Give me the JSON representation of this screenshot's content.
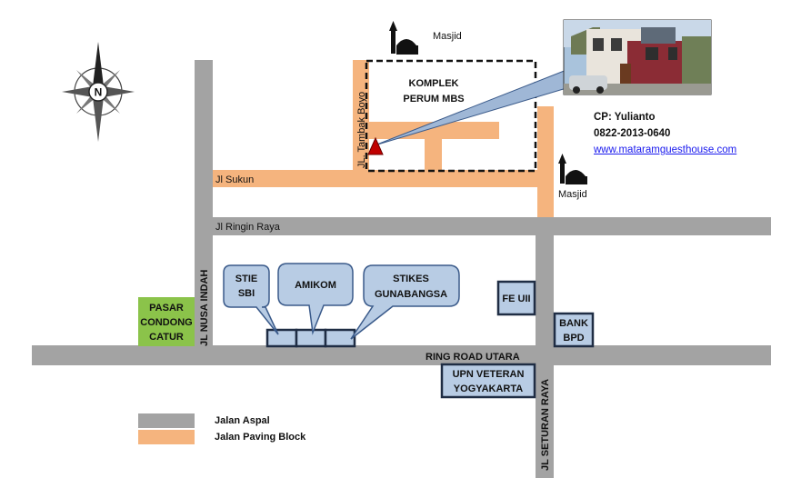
{
  "colors": {
    "aspal": "#a3a3a3",
    "paving": "#f5b47e",
    "building_fill": "#b8cce4",
    "building_border": "#1f2d44",
    "pasar_fill": "#8bc34a",
    "marker": "#c00000"
  },
  "compass": {
    "letter": "N"
  },
  "roads": {
    "sukun": "Jl Sukun",
    "ringin": "Jl Ringin Raya",
    "tambak_boyo": "JL. Tambak Boyo",
    "nusa_indah": "JL NUSA INDAH",
    "ring_road": "RING ROAD UTARA",
    "seturan": "JL SETURAN RAYA"
  },
  "landmarks": {
    "masjid_top": "Masjid",
    "masjid_right": "Masjid",
    "komplek_line1": "KOMPLEK",
    "komplek_line2": "PERUM MBS",
    "pasar_line1": "PASAR",
    "pasar_line2": "CONDONG",
    "pasar_line3": "CATUR",
    "stie_line1": "STIE",
    "stie_line2": "SBI",
    "amikom": "AMIKOM",
    "stikes_line1": "STIKES",
    "stikes_line2": "GUNABANGSA",
    "fe_uii": "FE UII",
    "bank_line1": "BANK",
    "bank_line2": "BPD",
    "upn_line1": "UPN VETERAN",
    "upn_line2": "YOGYAKARTA"
  },
  "contact": {
    "cp": "CP: Yulianto",
    "phone": "0822-2013-0640",
    "website": "www.mataramguesthouse.com"
  },
  "legend": {
    "aspal": "Jalan Aspal",
    "paving": "Jalan Paving Block"
  }
}
